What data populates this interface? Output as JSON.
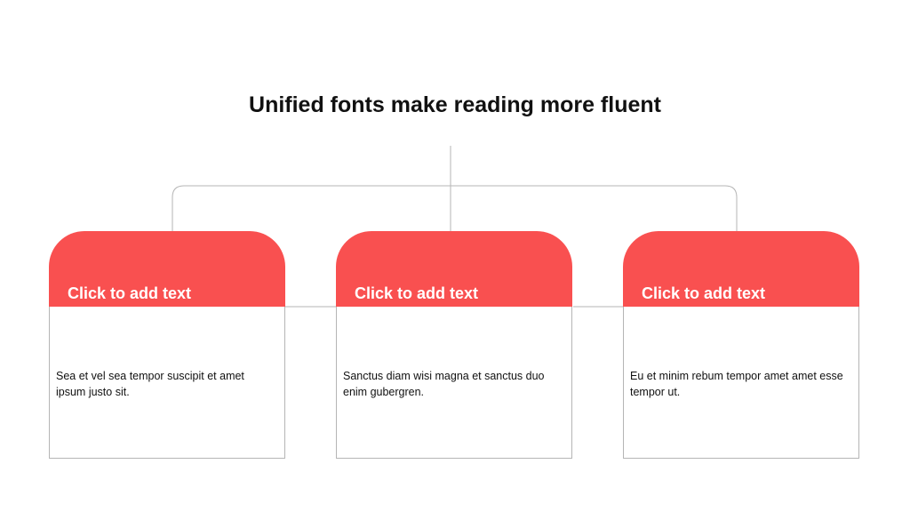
{
  "title": "Unified fonts make reading more fluent",
  "colors": {
    "header_fill": "#f95050",
    "connector": "#b5b5b5"
  },
  "cards": [
    {
      "title": "Click to add text",
      "text": "Sea et vel sea tempor suscipit et amet ipsum justo sit."
    },
    {
      "title": "Click to add text",
      "text": "Sanctus diam wisi magna et sanctus duo enim gubergren."
    },
    {
      "title": "Click to add text",
      "text": "Eu et minim rebum tempor amet amet esse tempor ut."
    }
  ]
}
